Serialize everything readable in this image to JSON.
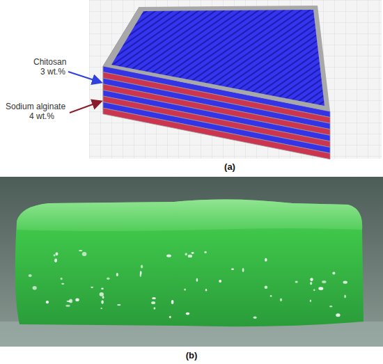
{
  "diagram": {
    "labels": [
      "Chitosan",
      "3 wt.%",
      "Sodium alginate",
      "4 wt.%",
      "(a)",
      "(b)"
    ]
  }
}
